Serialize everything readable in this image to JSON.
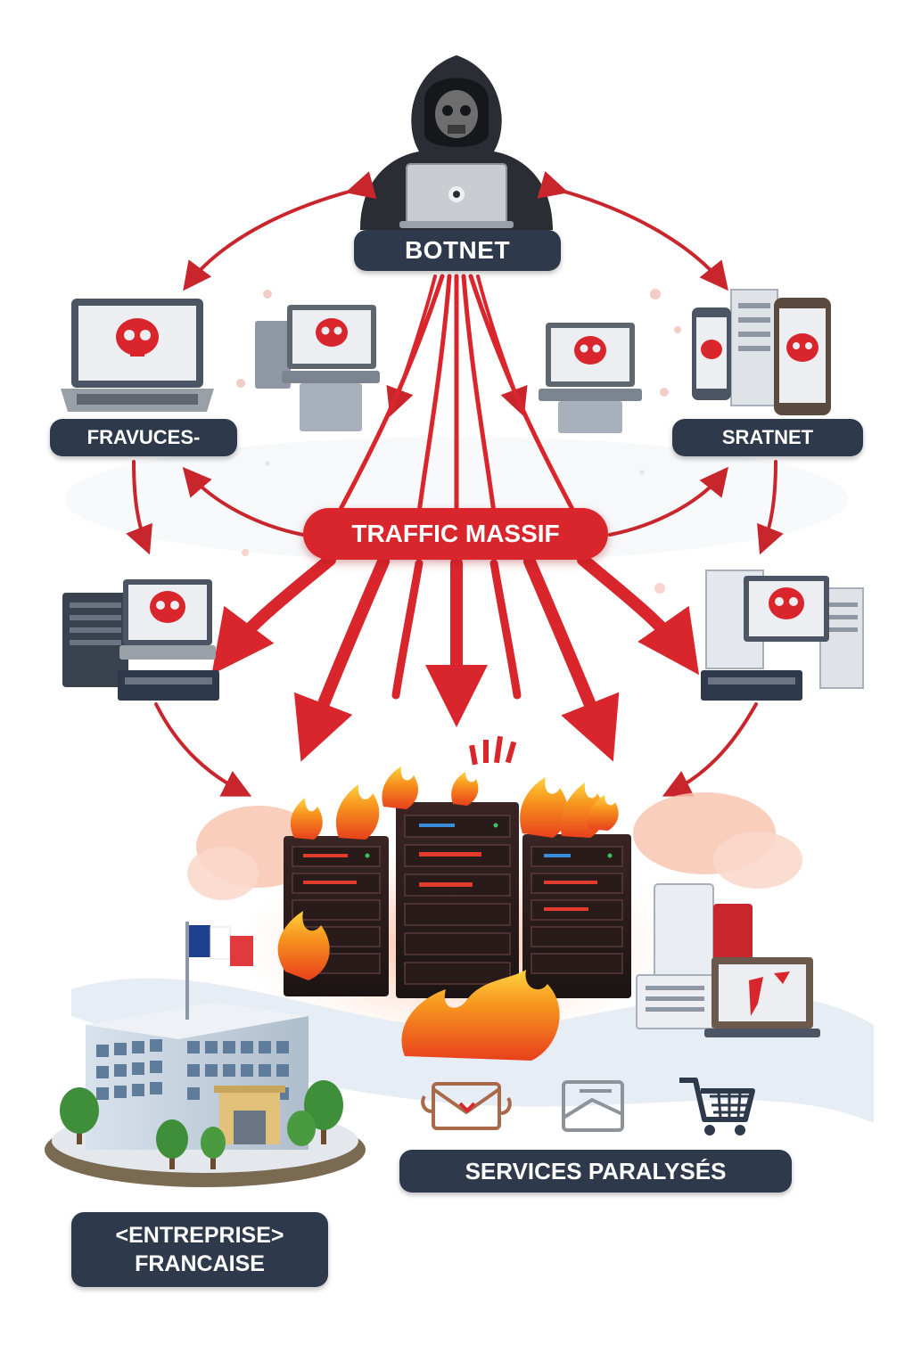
{
  "labels": {
    "botnet": "BOTNET",
    "left_group": "FRAVUCES-",
    "right_group": "SRATNET",
    "traffic": "TRAFFIC MASSIF",
    "services": "SERVICES PARALYSÉS",
    "enterprise_line1": "<ENTREPRISE>",
    "enterprise_line2": "FRANCAISE"
  },
  "icons": {
    "attacker": "hooded-hacker-icon",
    "infected_device": "skull-screen-icon",
    "servers": "server-rack-icon",
    "fire": "flame-icon",
    "building": "office-building-icon",
    "flag": "french-flag-icon",
    "service_mail": "broken-email-icon",
    "service_message": "broken-envelope-icon",
    "service_shop": "shopping-cart-icon"
  },
  "colors": {
    "arrow_red": "#d9262d",
    "label_dark": "#2e3a4b",
    "fire_orange": "#f7931e",
    "flag_blue": "#1f3f8f",
    "flag_red": "#e03a3e"
  }
}
